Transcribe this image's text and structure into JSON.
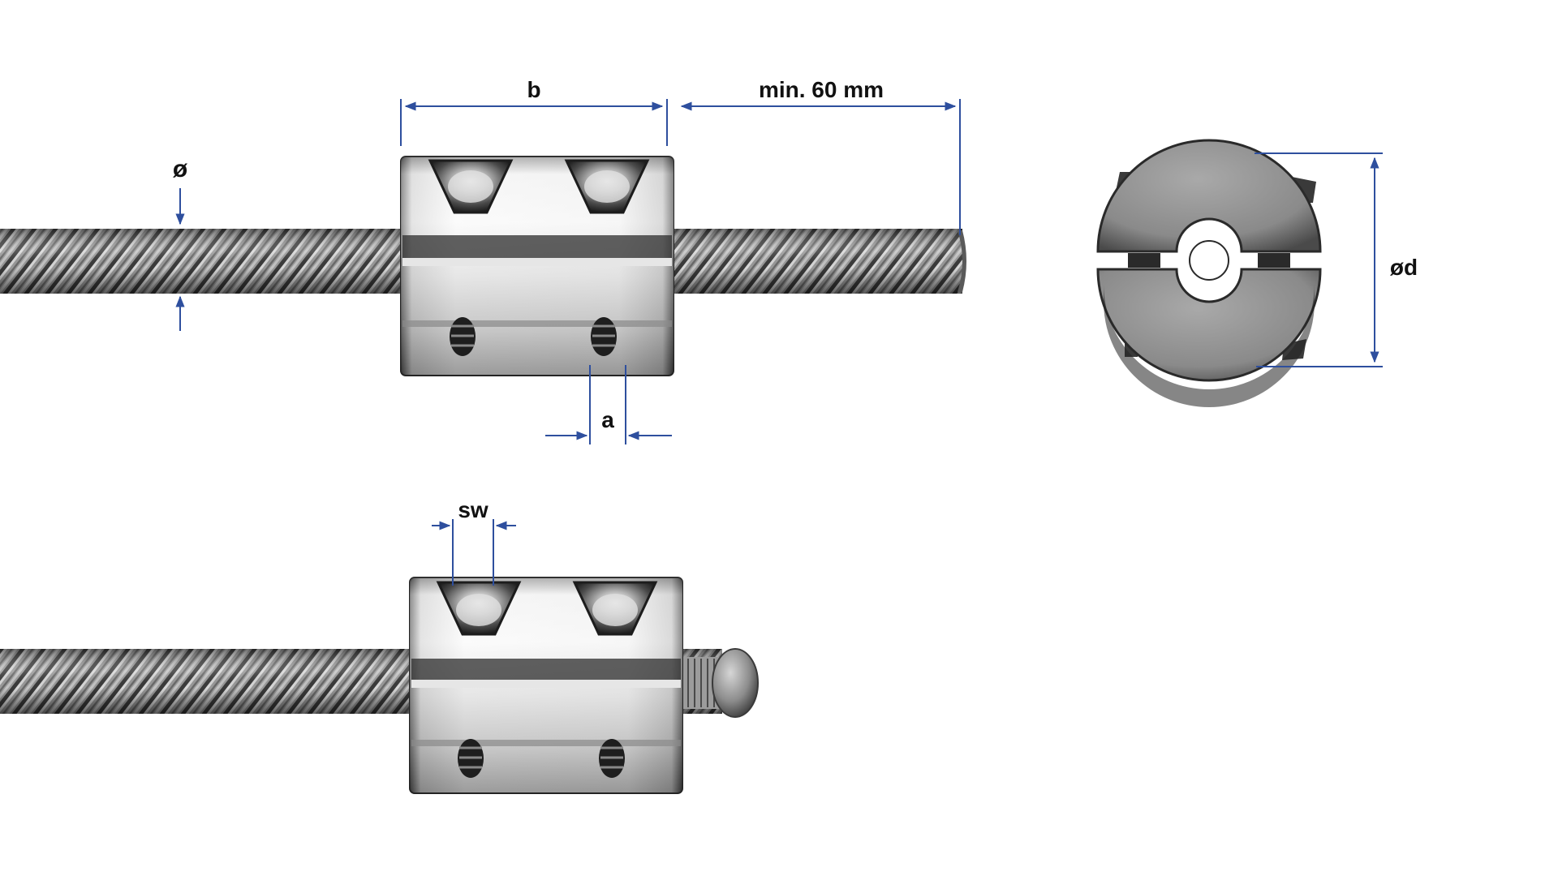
{
  "labels": {
    "b": "b",
    "min_length": "min. 60 mm",
    "rope_diameter": "ø",
    "a": "a",
    "sw": "sw",
    "outer_diameter": "ød"
  },
  "colors": {
    "dimension_line": "#2e4f9e",
    "steel_light": "#f2f2f2",
    "steel_mid": "#a8a8a8",
    "steel_dark": "#2a2a2a",
    "rope": "#8a8a8a",
    "background": "#ffffff"
  }
}
